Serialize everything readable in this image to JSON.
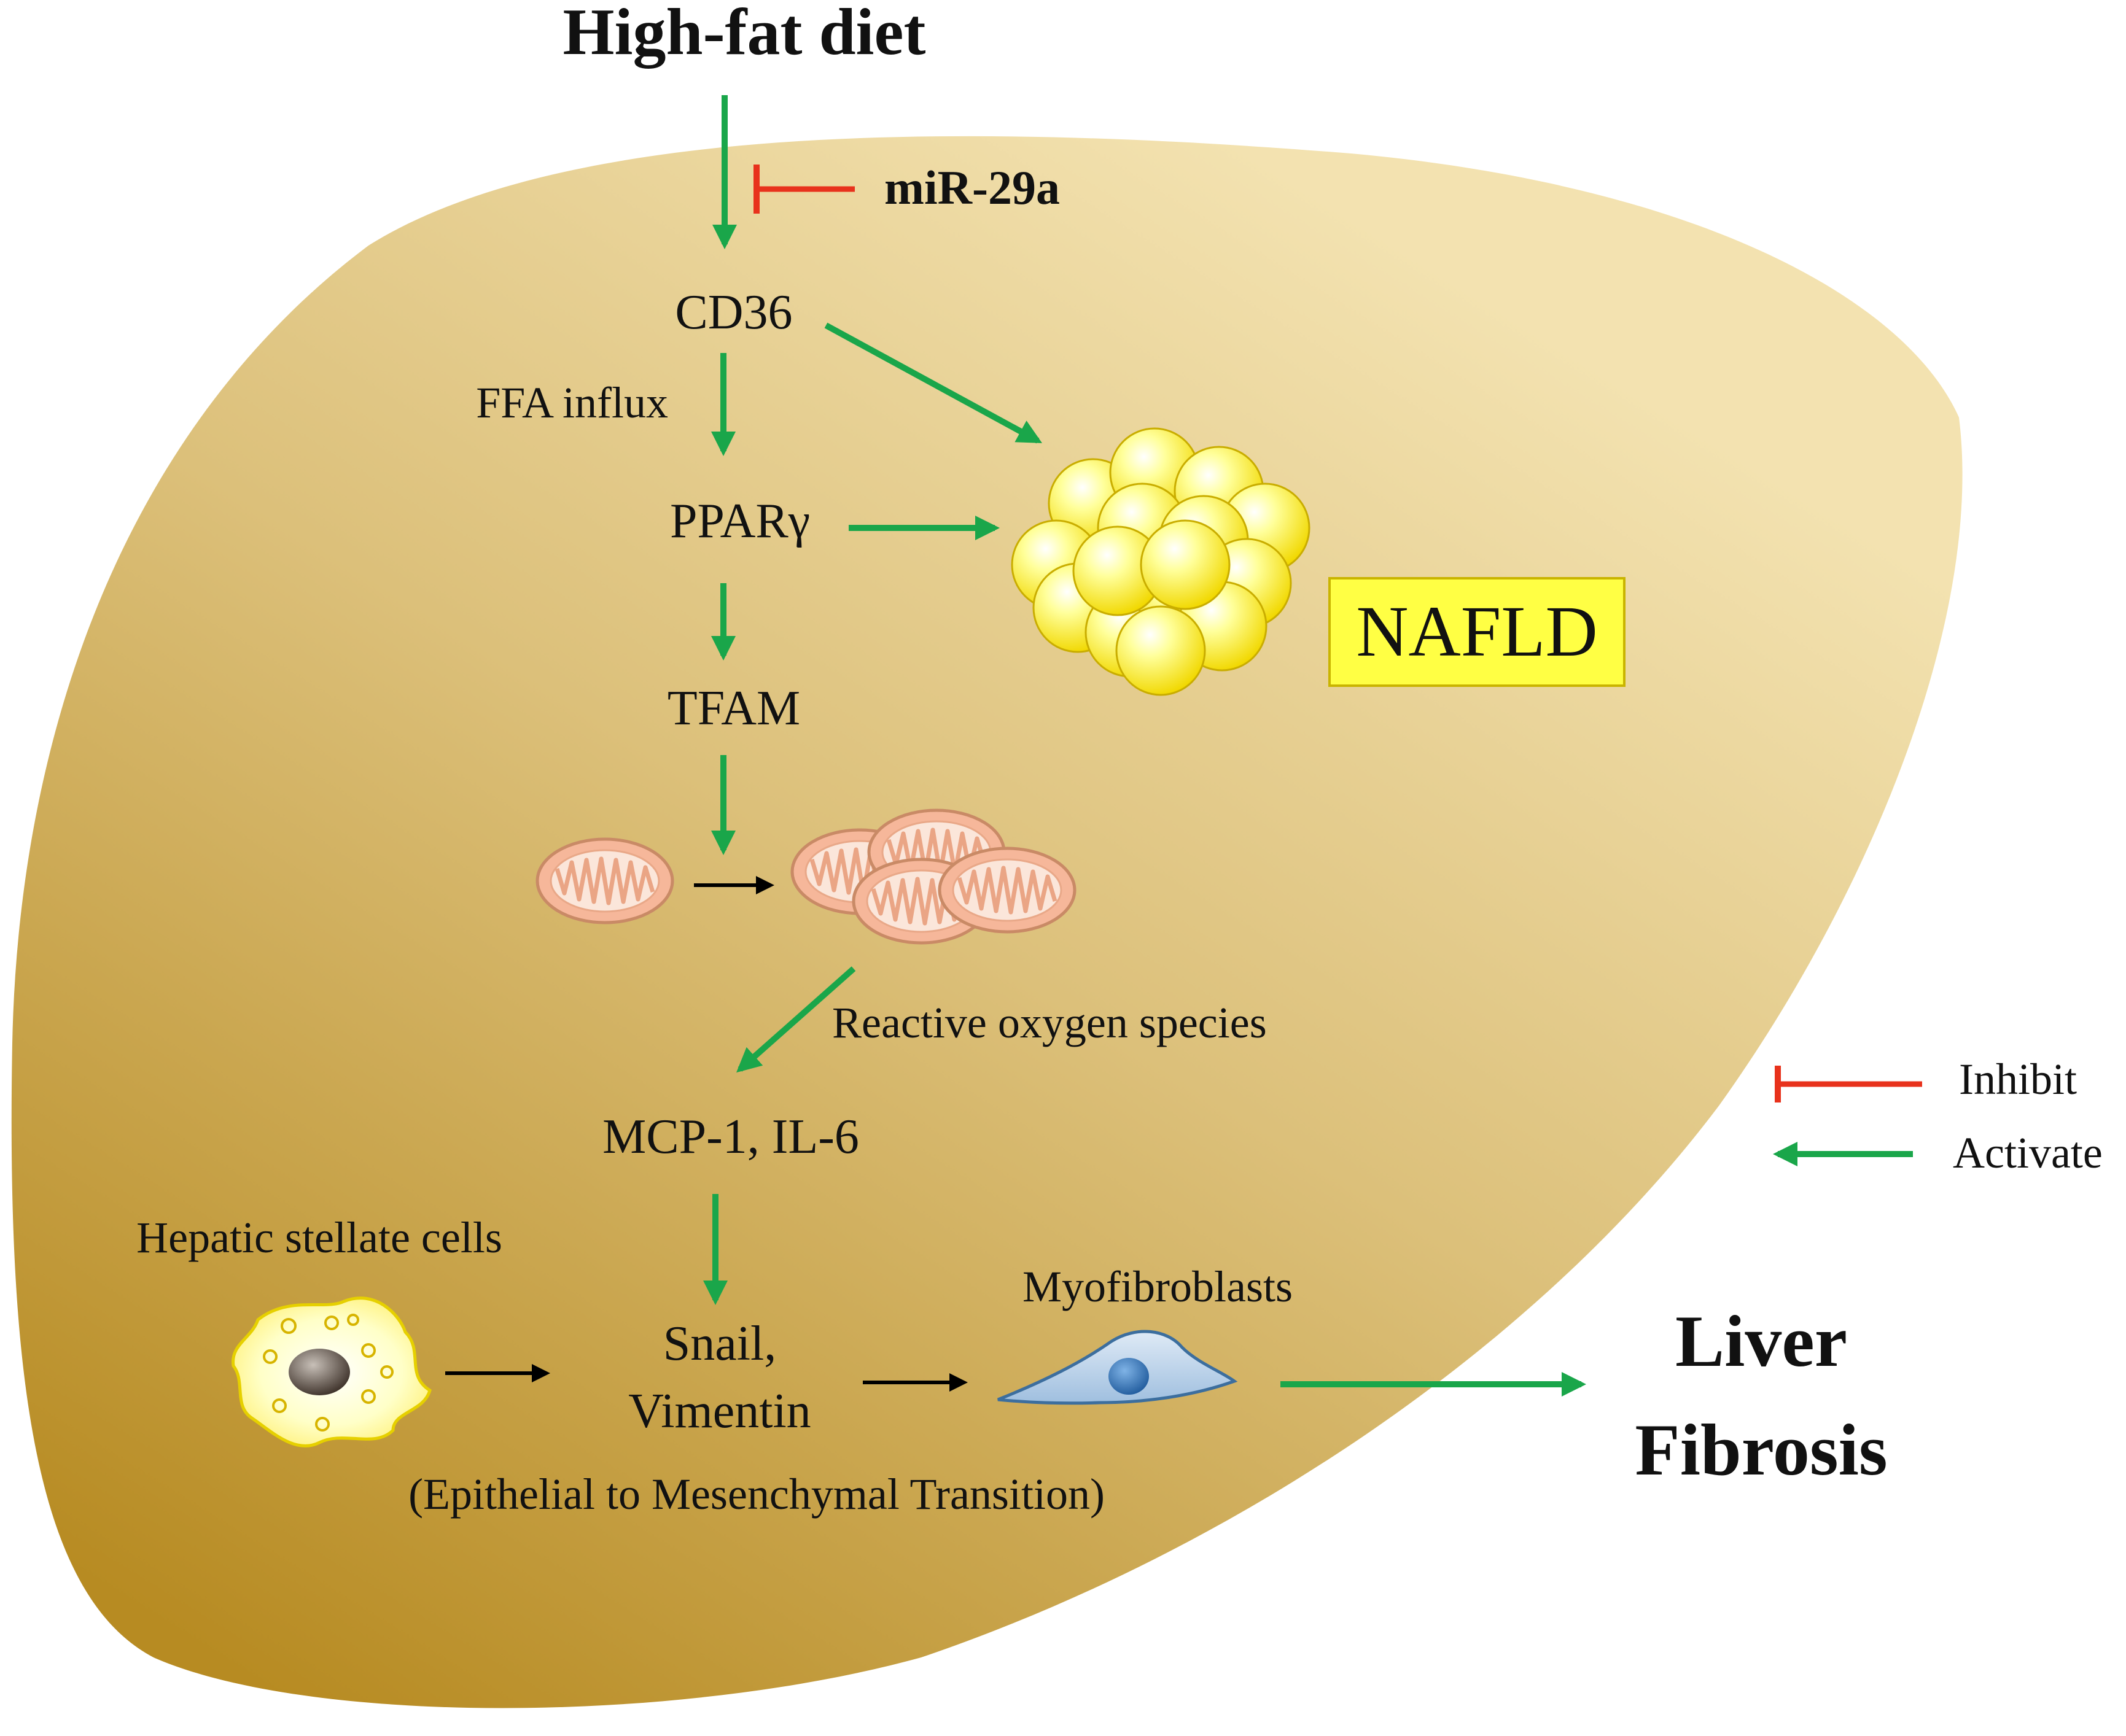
{
  "nodes": {
    "high_fat_diet": "High-fat diet",
    "mir29a": "miR-29a",
    "cd36": "CD36",
    "ffa_influx": "FFA influx",
    "ppar": "PPARγ",
    "tfam": "TFAM",
    "nafld": "NAFLD",
    "ros": "Reactive oxygen species",
    "mcp_il6": "MCP-1, IL-6",
    "hsc": "Hepatic stellate cells",
    "snail": "Snail,",
    "vimentin": "Vimentin",
    "emt": "(Epithelial to Mesenchymal Transition)",
    "myofibroblasts": "Myofibroblasts",
    "liver": "Liver",
    "fibrosis": "Fibrosis"
  },
  "legend": {
    "inhibit": "Inhibit",
    "activate": "Activate"
  },
  "colors": {
    "activate": "#1aa64a",
    "inhibit": "#e8321c",
    "liver_light": "#f1dfaa",
    "liver_dark": "#b88d22",
    "fat_droplet": "#ffee3a",
    "nafld_box": "#ffff44",
    "mitochondria": "#f6b79a",
    "myofibroblast": "#a9c8e6"
  }
}
